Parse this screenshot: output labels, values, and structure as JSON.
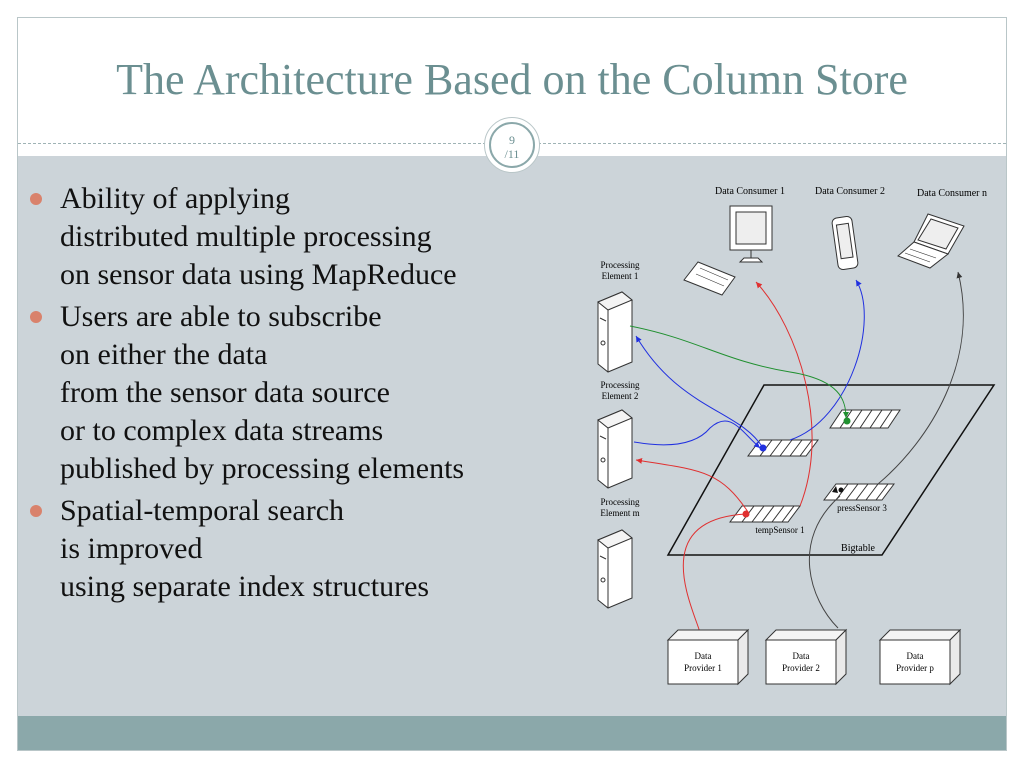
{
  "slide": {
    "title": "The Architecture Based on the Column Store",
    "page_badge": {
      "current": "9",
      "total": "/11"
    }
  },
  "bullets": [
    {
      "lines": [
        "Ability of applying",
        "distributed multiple processing",
        "on sensor data using MapReduce"
      ]
    },
    {
      "lines": [
        "Users are able to subscribe",
        "on either the data",
        "from the sensor data source",
        "or to complex data streams",
        "published by processing elements"
      ]
    },
    {
      "lines": [
        "Spatial-temporal search",
        "is improved",
        "using separate index structures"
      ]
    }
  ],
  "diagram": {
    "consumers": [
      "Data Consumer 1",
      "Data Consumer 2",
      "Data Consumer n"
    ],
    "processing_elements": [
      {
        "line1": "Processing",
        "line2": "Element 1"
      },
      {
        "line1": "Processing",
        "line2": "Element 2"
      },
      {
        "line1": "Processing",
        "line2": "Element m"
      }
    ],
    "providers": [
      {
        "line1": "Data",
        "line2": "Provider 1"
      },
      {
        "line1": "Data",
        "line2": "Provider 2"
      },
      {
        "line1": "Data",
        "line2": "Provider p"
      }
    ],
    "sensors": {
      "temp": "tempSensor 1",
      "press": "pressSensor 3"
    },
    "table_label": "Bigtable",
    "colors": {
      "red": "#e03030",
      "blue": "#2030e0",
      "green": "#209030",
      "dark": "#444444"
    }
  }
}
